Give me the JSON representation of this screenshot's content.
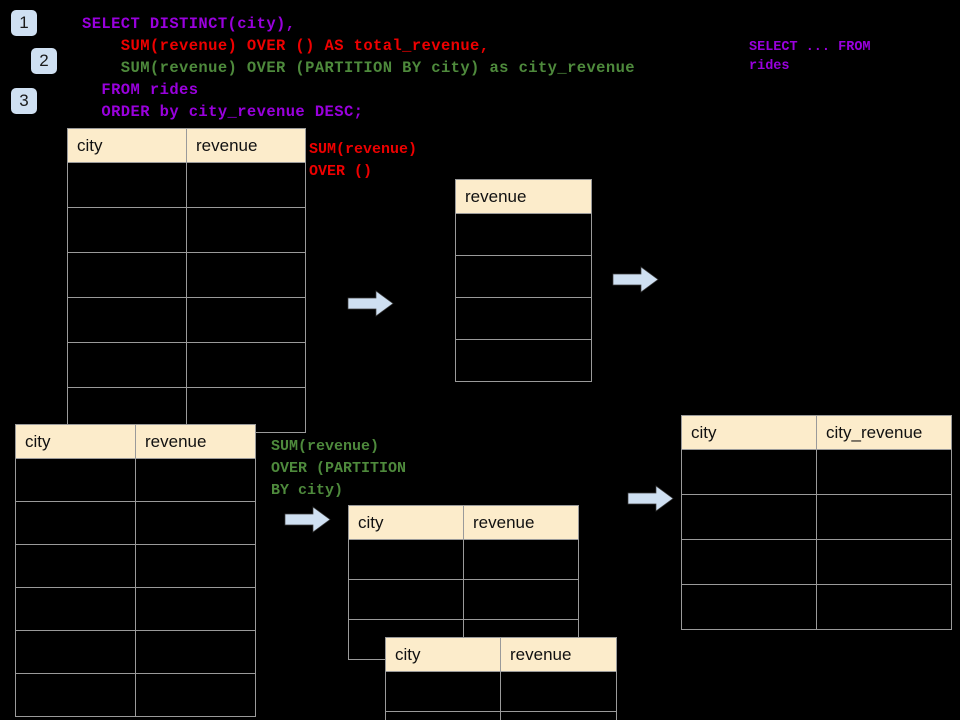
{
  "steps": [
    {
      "label": "1"
    },
    {
      "label": "2"
    },
    {
      "label": "3"
    }
  ],
  "query": {
    "line1": "SELECT DISTINCT(city),",
    "line2": "    SUM(revenue) OVER () AS total_revenue,",
    "line3": "    SUM(revenue) OVER (PARTITION BY city) as city_revenue",
    "line4": "  FROM rides",
    "line5": "  ORDER by city_revenue DESC;"
  },
  "annotations": {
    "source_label_line1": "SELECT ... FROM",
    "source_label_line2": "rides",
    "over_all_line1": "SUM(revenue)",
    "over_all_line2": "OVER ()",
    "partition_line1": "SUM(revenue)",
    "partition_line2": "OVER (PARTITION",
    "partition_line3": "BY city)"
  },
  "tables": {
    "source_top": {
      "headers": [
        "city",
        "revenue"
      ],
      "row_count": 6
    },
    "total_revenue": {
      "headers": [
        "revenue"
      ],
      "row_count": 4
    },
    "source_bottom": {
      "headers": [
        "city",
        "revenue"
      ],
      "row_count": 6
    },
    "partition_back": {
      "headers": [
        "city",
        "revenue"
      ],
      "row_count": 3
    },
    "partition_front": {
      "headers": [
        "city",
        "revenue"
      ],
      "row_count": 2
    },
    "result": {
      "headers": [
        "city",
        "city_revenue"
      ],
      "row_count": 4
    }
  },
  "colors": {
    "background": "#000000",
    "header_fill": "#fceccb",
    "grid_line": "#9a9a9a",
    "badge_fill": "#cfe0f2",
    "arrow_fill": "#cfe0f2",
    "keyword_purple": "#9900dd",
    "sum_red": "#ee0000",
    "sum_green": "#4e8a3c"
  },
  "arrows": [
    {
      "name": "arrow-source-to-total"
    },
    {
      "name": "arrow-total-to-result"
    },
    {
      "name": "arrow-source-to-partition"
    },
    {
      "name": "arrow-partition-to-result"
    }
  ]
}
